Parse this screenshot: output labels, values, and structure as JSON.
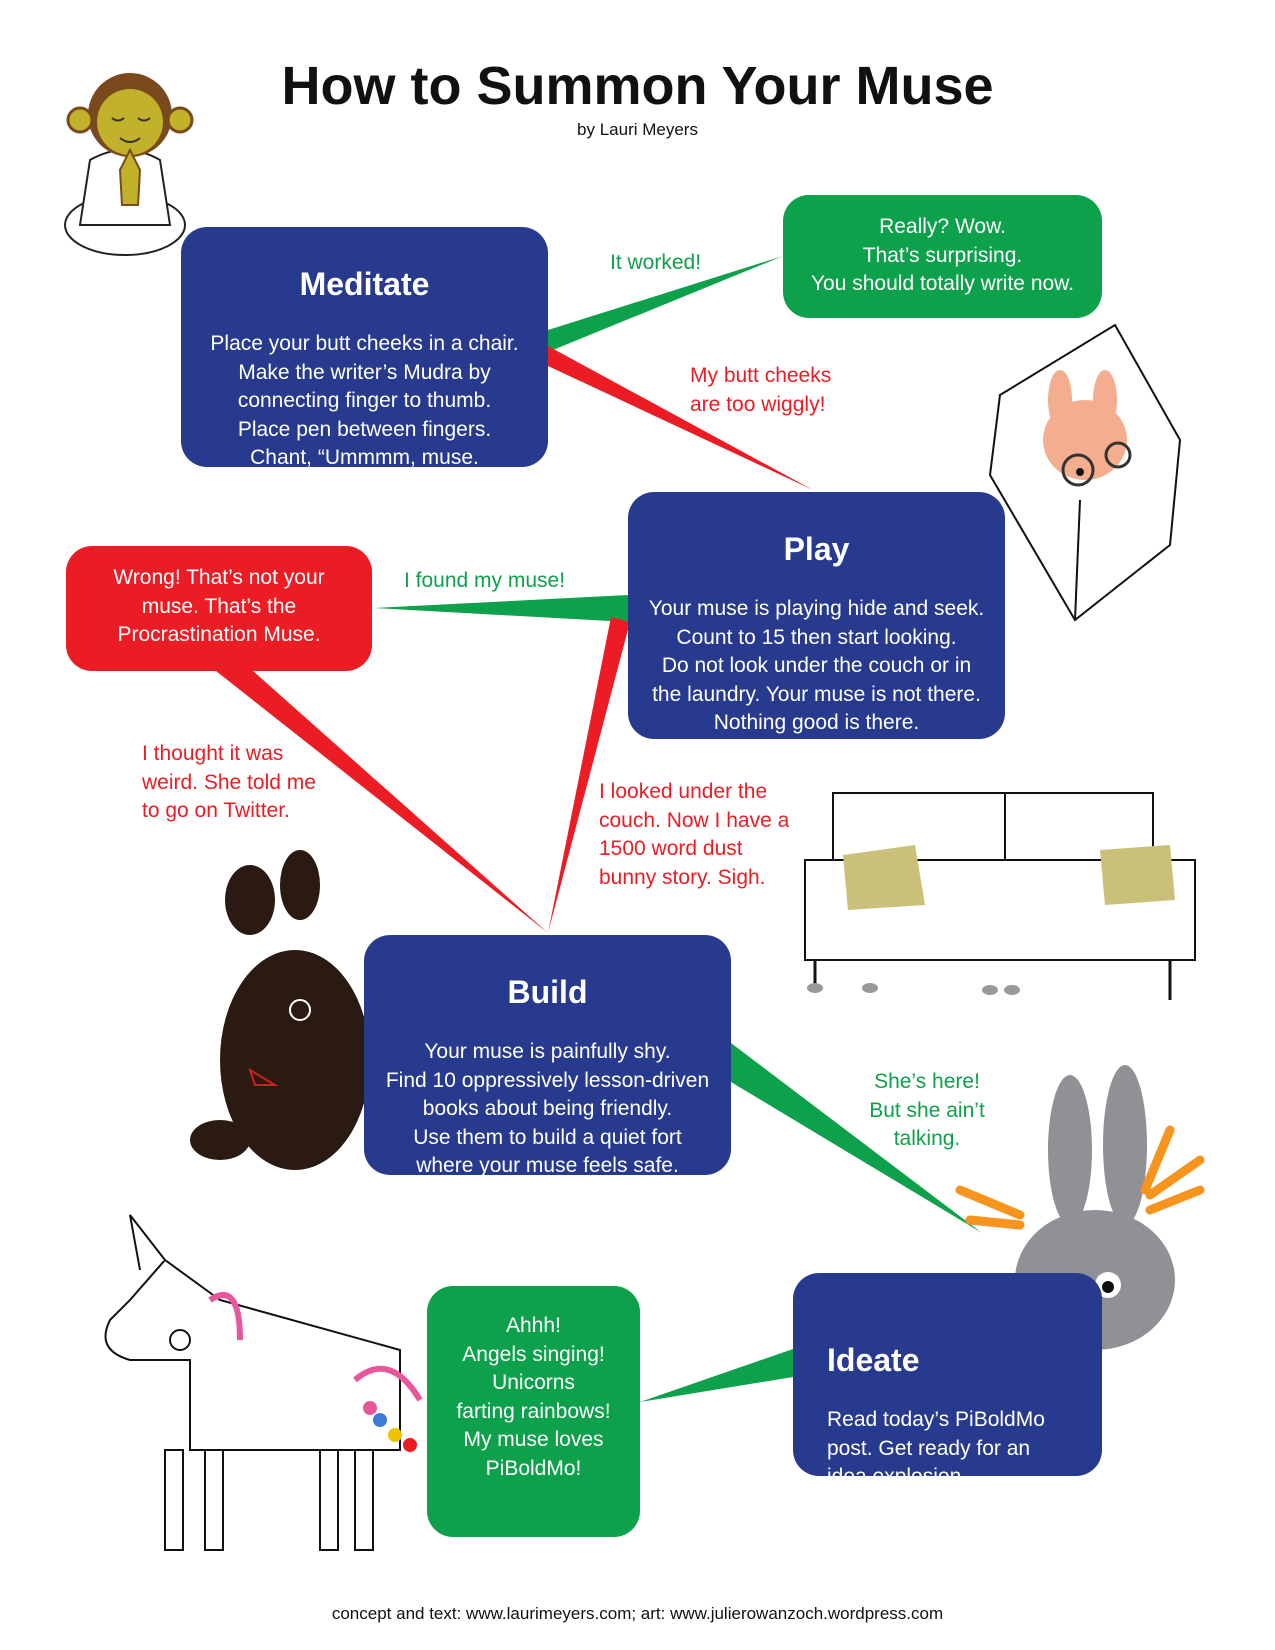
{
  "title": "How to Summon Your Muse",
  "byline": "by Lauri Meyers",
  "steps": {
    "meditate": {
      "heading": "Meditate",
      "text": "Place your butt cheeks in a chair.\nMake the writer’s Mudra by\nconnecting finger to thumb.\nPlace pen between fingers.\nChant, “Ummmm, muse.\nUmm...muse?”"
    },
    "play": {
      "heading": "Play",
      "text": "Your muse is playing hide and seek.\nCount to 15 then start looking.\nDo not look under the couch or in\nthe laundry. Your muse is not there.\nNothing good is there."
    },
    "build": {
      "heading": "Build",
      "text": "Your muse is painfully shy.\nFind 10 oppressively lesson-driven\nbooks about being friendly.\nUse them to build a quiet fort\nwhere your muse feels safe."
    },
    "ideate": {
      "heading": "Ideate",
      "text": "Read today’s PiBoldMo\npost. Get ready for an\nidea explosion."
    }
  },
  "outcomes": {
    "surprise": "Really? Wow.\nThat’s surprising.\nYou should totally write now.",
    "procrastination": "Wrong! That’s not your\nmuse. That’s the\nProcrastination Muse.",
    "angels": "Ahhh!\nAngels singing!\nUnicorns\nfarting rainbows!\nMy muse loves\nPiBoldMo!"
  },
  "labels": {
    "it_worked": "It worked!",
    "wiggly": "My butt cheeks\nare too wiggly!",
    "found": "I found my muse!",
    "twitter": "I thought it was\nweird. She told me\nto go on Twitter.",
    "couch": "I looked under the\ncouch. Now I have a\n1500 word dust\nbunny story. Sigh.",
    "here": "She’s here!\nBut she ain’t\ntalking."
  },
  "footer": "concept and text: www.laurimeyers.com; art: www.julierowanzoch.wordpress.com",
  "colors": {
    "blue": "#283a8e",
    "green": "#0ea14b",
    "red": "#ec1c24"
  }
}
